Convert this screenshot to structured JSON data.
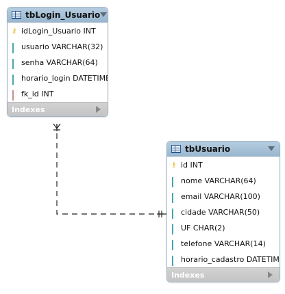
{
  "tables": [
    {
      "title": "tbLogin_Usuario",
      "fields": [
        {
          "label": "idLogin_Usuario INT",
          "icon": "primary-key-icon"
        },
        {
          "label": "usuario VARCHAR(32)",
          "icon": "column-icon"
        },
        {
          "label": "senha VARCHAR(64)",
          "icon": "column-icon"
        },
        {
          "label": "horario_login DATETIME",
          "icon": "column-icon"
        },
        {
          "label": "fk_id INT",
          "icon": "foreign-key-icon"
        }
      ],
      "footer": "Indexes"
    },
    {
      "title": "tbUsuario",
      "fields": [
        {
          "label": "id INT",
          "icon": "primary-key-icon"
        },
        {
          "label": "nome VARCHAR(64)",
          "icon": "column-icon"
        },
        {
          "label": "email VARCHAR(100)",
          "icon": "column-icon"
        },
        {
          "label": "cidade VARCHAR(50)",
          "icon": "column-icon"
        },
        {
          "label": "UF CHAR(2)",
          "icon": "column-icon"
        },
        {
          "label": "telefone VARCHAR(14)",
          "icon": "column-icon"
        },
        {
          "label": "horario_cadastro DATETIME",
          "icon": "column-icon"
        }
      ],
      "footer": "Indexes"
    }
  ],
  "relationship": {
    "from": "tbLogin_Usuario",
    "to": "tbUsuario",
    "from_end": "many",
    "to_end": "one",
    "line_style": "dashed"
  }
}
